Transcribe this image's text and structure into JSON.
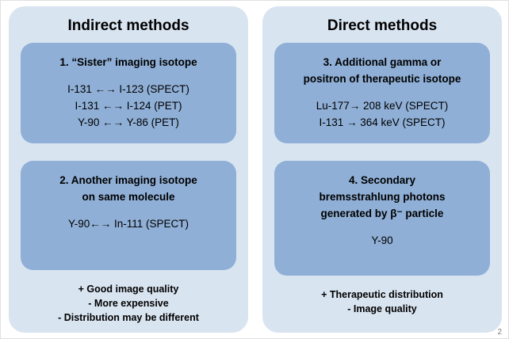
{
  "slide_number": "2",
  "colors": {
    "panel_background": "#d9e4f1",
    "box_background": "#8fafd6",
    "text": "#000000"
  },
  "indirect": {
    "title": "Indirect methods",
    "box1": {
      "heading": "1. “Sister”  imaging isotope",
      "lines": [
        "I-131 ←→ I-123 (SPECT)",
        "I-131 ←→ I-124 (PET)",
        "Y-90 ←→ Y-86 (PET)"
      ]
    },
    "box2": {
      "heading": "2. Another  imaging  isotope\non same molecule",
      "lines": [
        "Y-90←→ In-111 (SPECT)"
      ]
    },
    "notes": [
      "+ Good image quality",
      "- More expensive",
      "- Distribution may be different"
    ]
  },
  "direct": {
    "title": "Direct methods",
    "box3": {
      "heading": "3. Additional gamma or\npositron of therapeutic isotope",
      "lines": [
        "Lu-177→ 208 keV (SPECT)",
        "I-131 → 364 keV (SPECT)"
      ]
    },
    "box4": {
      "heading": "4. Secondary\nbremsstrahlung photons\ngenerated  by β⁻ particle",
      "lines": [
        "Y-90"
      ]
    },
    "notes": [
      "+ Therapeutic distribution",
      "- Image quality"
    ]
  }
}
